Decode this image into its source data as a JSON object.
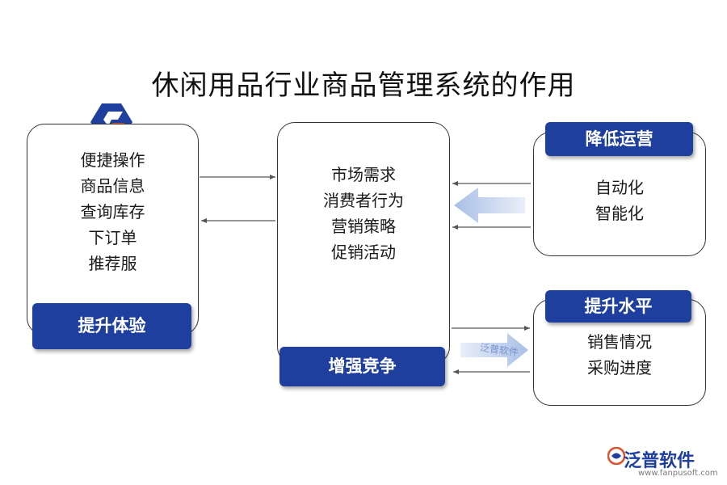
{
  "title": "休闲用品行业商品管理系统的作用",
  "left_box": {
    "items": [
      "便捷操作",
      "商品信息",
      "查询库存",
      "下订单",
      "推荐服"
    ],
    "badge": "提升体验"
  },
  "center_box": {
    "items": [
      "市场需求",
      "消费者行为",
      "营销策略",
      "促销活动"
    ],
    "badge": "增强竞争"
  },
  "right_top_box": {
    "badge": "降低运营",
    "items": [
      "自动化",
      "智能化"
    ]
  },
  "right_bottom_box": {
    "badge": "提升水平",
    "items": [
      "销售情况",
      "采购进度"
    ]
  },
  "watermark": "泛普软件",
  "brand": {
    "name": "泛普软件",
    "url": "www.fanpusoft.com"
  },
  "colors": {
    "badge": "#1e3f9e",
    "logo_orange": "#e0522a",
    "arrow_light": "#a9bfe6"
  }
}
